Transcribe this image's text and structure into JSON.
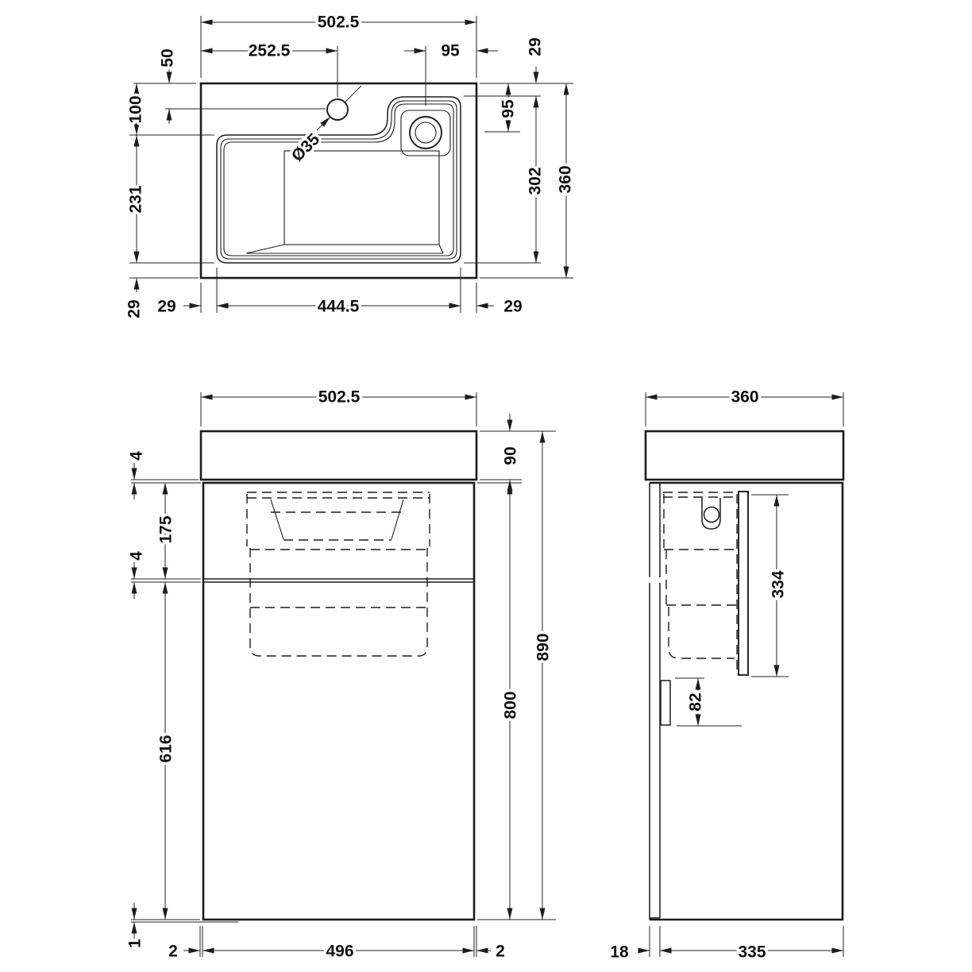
{
  "drawing": {
    "type": "technical-orthographic-drawing",
    "subject": "cloakroom vanity basin unit",
    "line_color": "#1c1c1c",
    "background": "#ffffff",
    "views": {
      "plan": {
        "labels": {
          "overall_width": "502.5",
          "tap_offset_x": "252.5",
          "waste_offset_x": "95",
          "back_rim": "29",
          "waste_offset_y": "95",
          "bowl_length": "302",
          "overall_depth": "360",
          "tap_offset_y": "50",
          "bowl_offset_back": "100",
          "bowl_inner_depth": "231",
          "front_rim": "29",
          "left_margin": "29",
          "bowl_width": "444.5",
          "right_margin": "29",
          "tap_hole_dia": "Ø35"
        }
      },
      "front": {
        "labels": {
          "overall_width": "502.5",
          "worktop_height": "90",
          "worktop_gap": "4",
          "drawer_front_height": "175",
          "panel_gap": "4",
          "door_height": "616",
          "base_gap": "1",
          "left_overhang": "2",
          "cabinet_width": "496",
          "right_overhang": "2",
          "cabinet_height": "800",
          "overall_height": "890"
        }
      },
      "side": {
        "labels": {
          "overall_depth": "360",
          "basin_body_height": "334",
          "waste_drop": "82",
          "back_panel_thickness": "18",
          "cabinet_depth": "335"
        }
      }
    }
  }
}
